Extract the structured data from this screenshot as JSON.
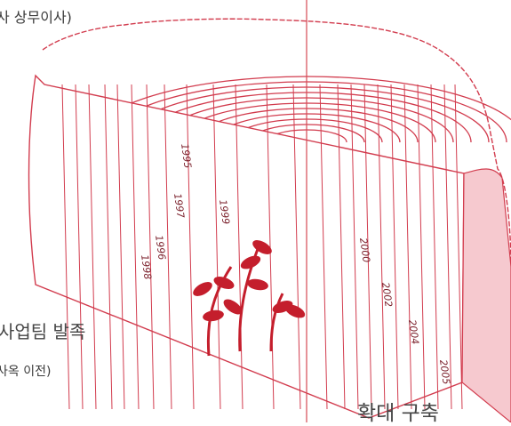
{
  "texts": {
    "top_left": "사 상무이사)",
    "middle_left": "사업팀 발족",
    "lower_left": "사옥 이전)",
    "bottom_right": "확대 구축"
  },
  "year_marks": [
    "1995",
    "1997",
    "1996",
    "1998",
    "1999",
    "2000",
    "2002",
    "2004",
    "2005"
  ],
  "colors": {
    "line": "#d23c4e",
    "side_fill": "#f6c9cf",
    "sprout": "#c41e2c",
    "divider": "#d54a55"
  }
}
